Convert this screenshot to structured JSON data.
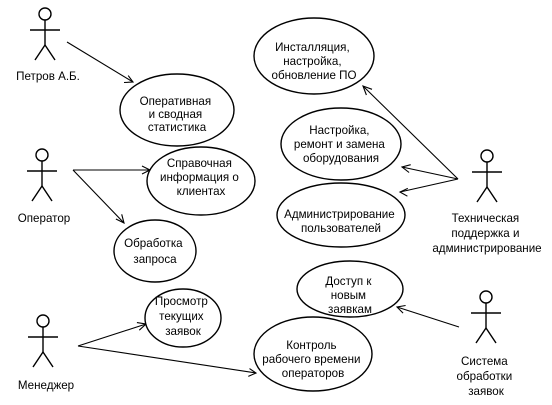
{
  "actors": [
    {
      "id": "petrov",
      "label_lines": [
        "Петров А.Б."
      ]
    },
    {
      "id": "operator",
      "label_lines": [
        "Оператор"
      ]
    },
    {
      "id": "manager",
      "label_lines": [
        "Менеджер"
      ]
    },
    {
      "id": "tech",
      "label_lines": [
        "Техническая",
        "поддержка и",
        "администрирование"
      ]
    },
    {
      "id": "system",
      "label_lines": [
        "Система",
        "обработки",
        "заявок"
      ]
    }
  ],
  "use_cases": [
    {
      "id": "stats",
      "label_lines": [
        "Оперативная",
        "и сводная",
        "статистика"
      ]
    },
    {
      "id": "clients",
      "label_lines": [
        "Справочная",
        "информация о",
        "клиентах"
      ]
    },
    {
      "id": "request",
      "label_lines": [
        "Обработка",
        "запроса"
      ]
    },
    {
      "id": "view",
      "label_lines": [
        "Просмотр",
        "текущих",
        "заявок"
      ]
    },
    {
      "id": "worktime",
      "label_lines": [
        "Контроль",
        "рабочего времени",
        "операторов"
      ]
    },
    {
      "id": "install",
      "label_lines": [
        "Инсталляция,",
        "настройка,",
        "обновление ПО"
      ]
    },
    {
      "id": "repair",
      "label_lines": [
        "Настройка,",
        "ремонт и замена",
        "оборудования"
      ]
    },
    {
      "id": "admin",
      "label_lines": [
        "Администрирование",
        "пользователей"
      ]
    },
    {
      "id": "access",
      "label_lines": [
        "Доступ к",
        "новым",
        "заявкам"
      ]
    }
  ],
  "associations": [
    {
      "from": "petrov",
      "to": "stats"
    },
    {
      "from": "operator",
      "to": "clients"
    },
    {
      "from": "operator",
      "to": "request"
    },
    {
      "from": "manager",
      "to": "view"
    },
    {
      "from": "manager",
      "to": "worktime"
    },
    {
      "from": "tech",
      "to": "install"
    },
    {
      "from": "tech",
      "to": "repair"
    },
    {
      "from": "tech",
      "to": "admin"
    },
    {
      "from": "system",
      "to": "access"
    }
  ]
}
